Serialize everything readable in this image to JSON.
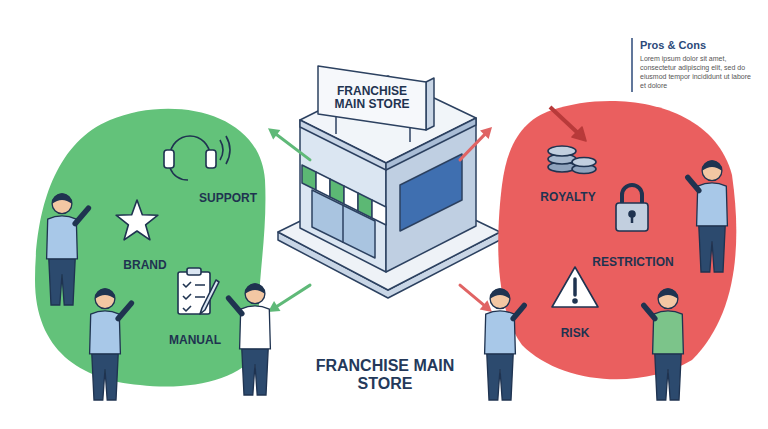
{
  "diagram": {
    "nodes": [
      {
        "text": [
          "SUPPORT",
          "BRAND",
          "MANUAL"
        ]
      },
      {
        "text": [
          "FRANCHISE MAIN STORE",
          "FRANCHISE MAIN STORE"
        ]
      },
      {
        "text": [
          "ROYALTY",
          "RESTRICTION",
          "RISK"
        ]
      }
    ],
    "edges": [
      {
        "from": 1,
        "to": 0,
        "arrow": "to"
      },
      {
        "from": 1,
        "to": 0,
        "arrow": "to"
      },
      {
        "from": 1,
        "to": 2,
        "arrow": "to"
      },
      {
        "from": 1,
        "to": 2,
        "arrow": "to"
      }
    ],
    "labels": [
      "Pros & Cons",
      "Lorem ipsum dolor sit amet, consectetur adipiscing elit, sed do eiusmod tempor incididunt ut labore et dolore"
    ]
  }
}
